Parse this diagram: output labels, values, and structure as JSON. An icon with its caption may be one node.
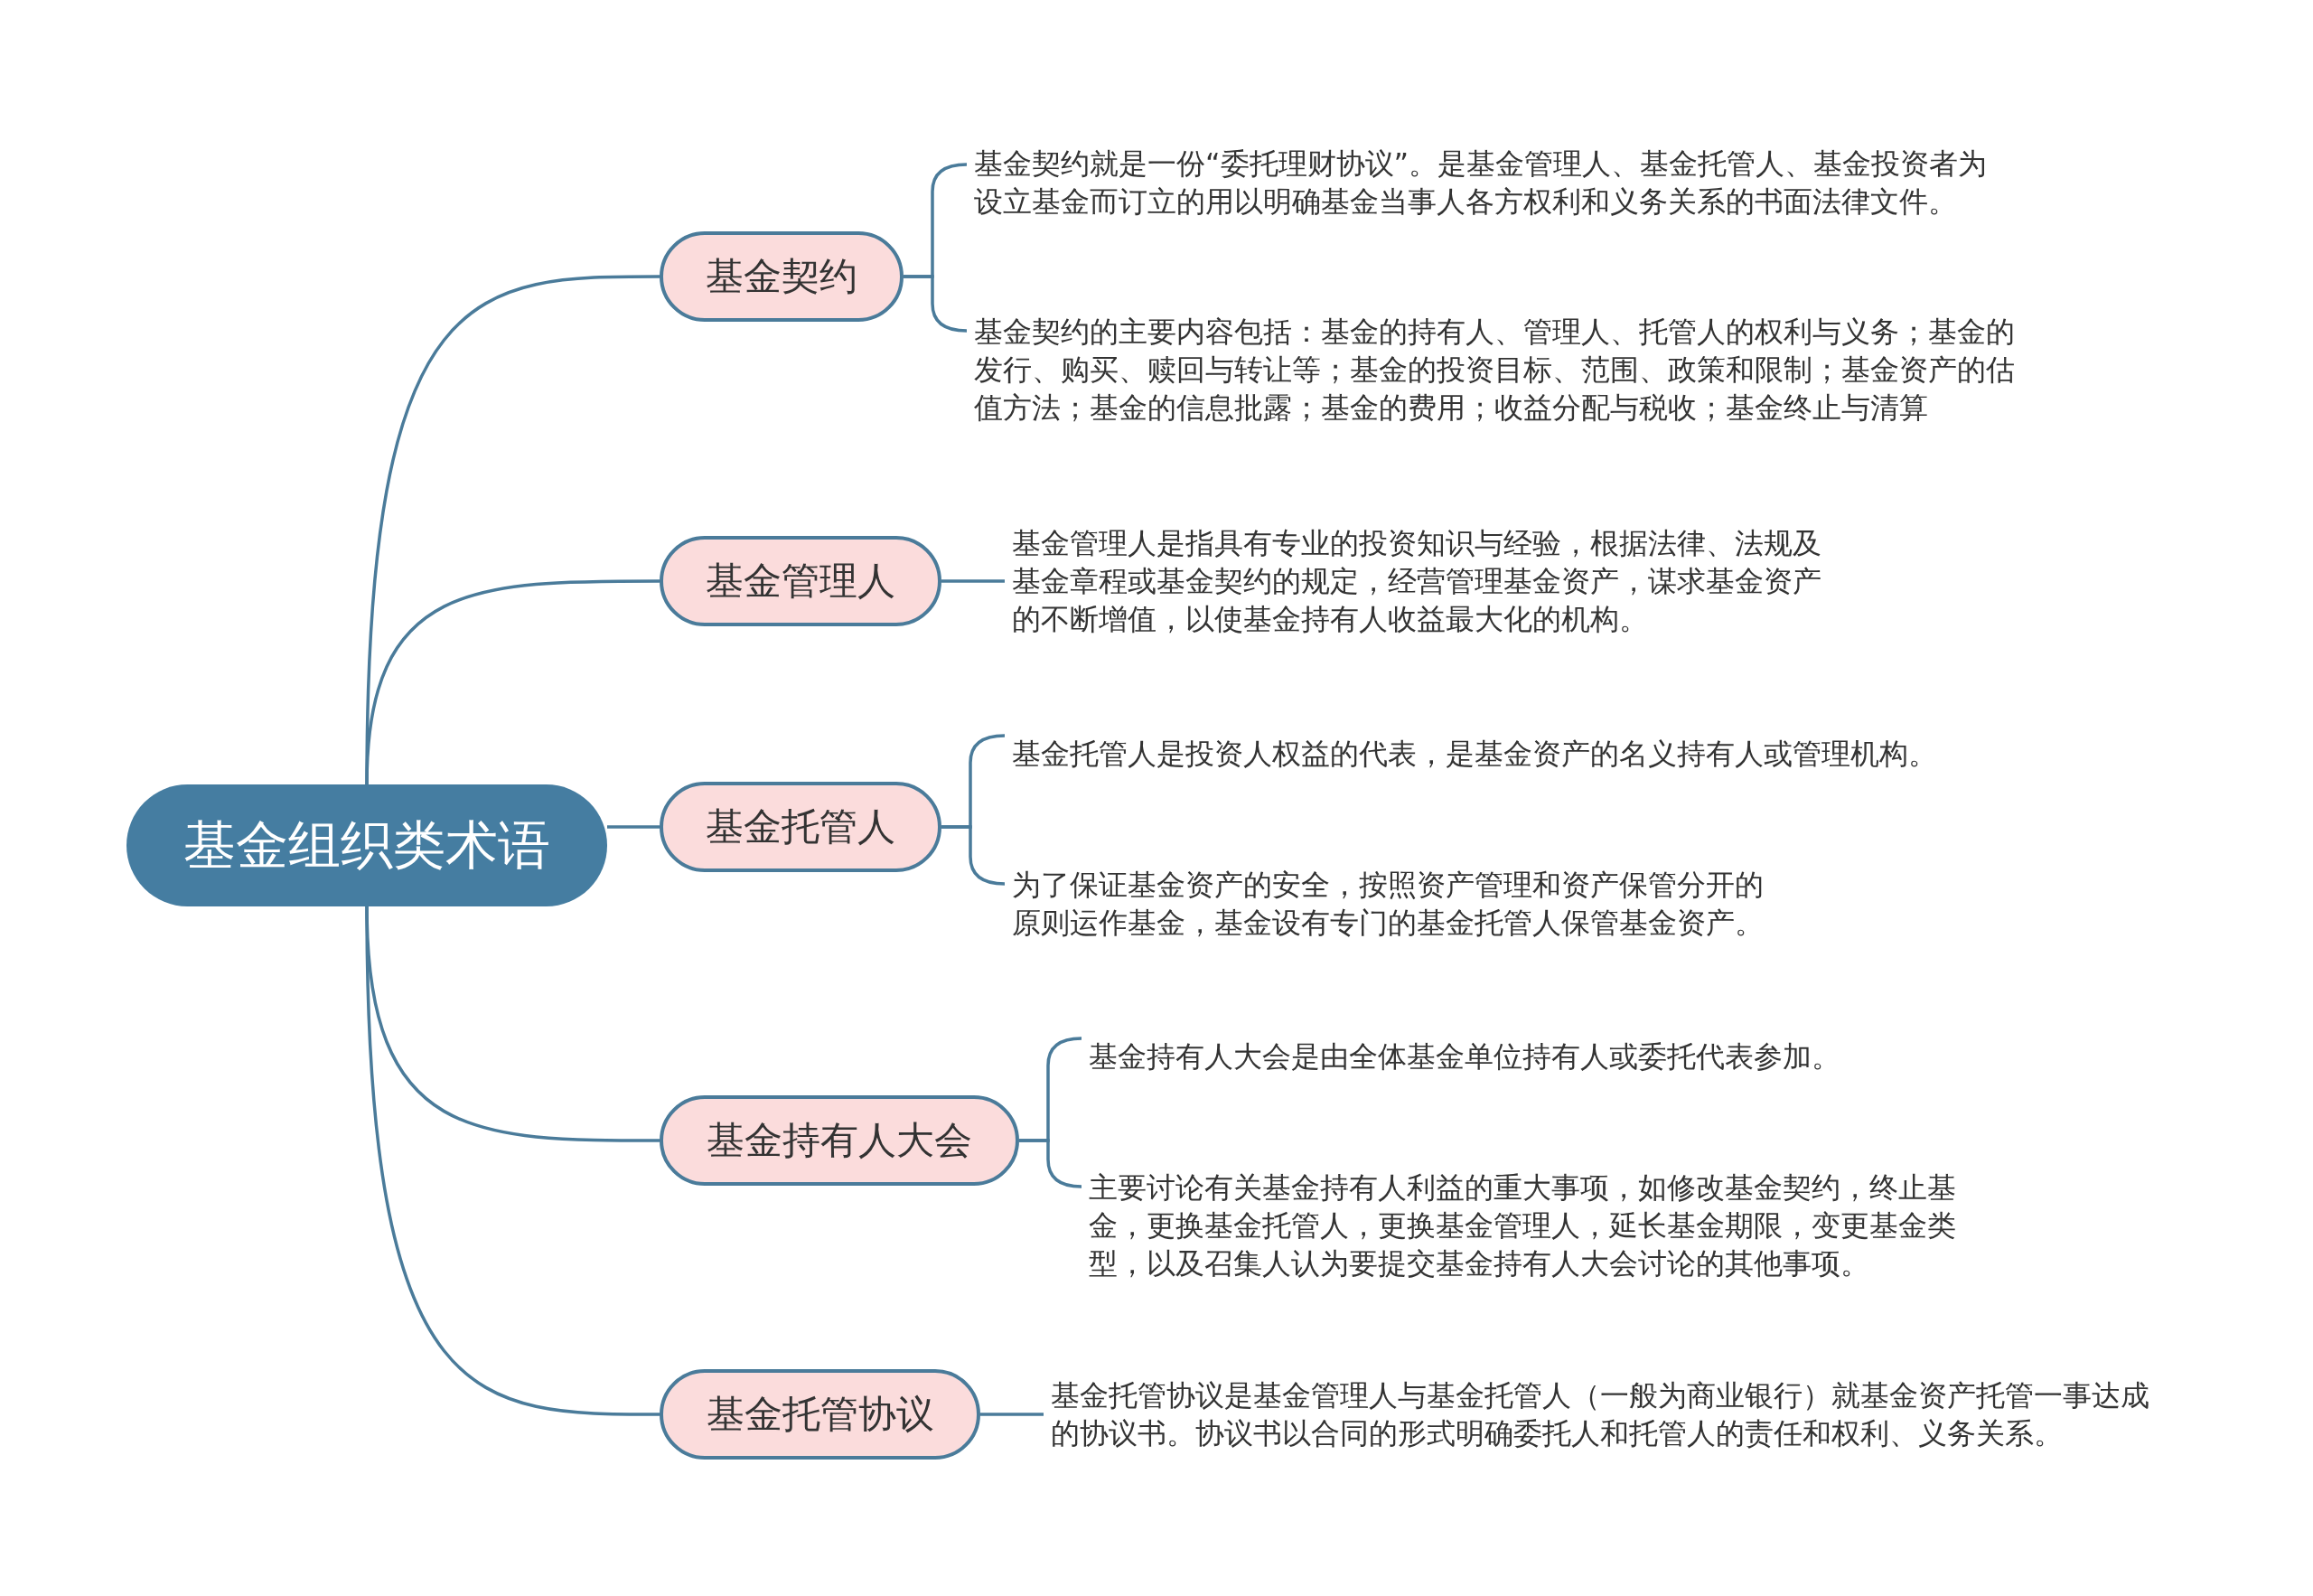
{
  "diagram": {
    "nodes": [
      {
        "text": [
          "基金组织类术语"
        ]
      },
      {
        "text": [
          "基金契约"
        ]
      },
      {
        "text": [
          "基金管理人"
        ]
      },
      {
        "text": [
          "基金托管人"
        ]
      },
      {
        "text": [
          "基金持有人大会"
        ]
      },
      {
        "text": [
          "基金托管协议"
        ]
      },
      {
        "text": [
          "基金契约就是一份“委托理财协议”。是基金管理人、基金托管人、基金投资者为设立基金而订立的用以明确基金当事人各方权利和义务关系的书面法律文件。"
        ]
      },
      {
        "text": [
          "基金契约的主要内容包括：基金的持有人、管理人、托管人的权利与义务；基金的发行、购买、赎回与转让等；基金的投资目标、范围、政策和限制；基金资产的估值方法；基金的信息批露；基金的费用；收益分配与税收；基金终止与清算"
        ]
      },
      {
        "text": [
          "基金管理人是指具有专业的投资知识与经验，根据法律、法规及基金章程或基金契约的规定，经营管理基金资产，谋求基金资产的不断增值，以使基金持有人收益最大化的机构。"
        ]
      },
      {
        "text": [
          "基金托管人是投资人权益的代表，是基金资产的名义持有人或管理机构。"
        ]
      },
      {
        "text": [
          "为了保证基金资产的安全，按照资产管理和资产保管分开的原则运作基金，基金设有专门的基金托管人保管基金资产。"
        ]
      },
      {
        "text": [
          "基金持有人大会是由全体基金单位持有人或委托代表参加。"
        ]
      },
      {
        "text": [
          "主要讨论有关基金持有人利益的重大事项，如修改基金契约，终止基金，更换基金托管人，更换基金管理人，延长基金期限，变更基金类型，以及召集人认为要提交基金持有人大会讨论的其他事项。"
        ]
      },
      {
        "text": [
          "基金托管协议是基金管理人与基金托管人（一般为商业银行）就基金资产托管一事达成的协议书。协议书以合同的形式明确委托人和托管人的责任和权利、义务关系。"
        ]
      }
    ],
    "edges": [
      {
        "from": 0,
        "to": 1,
        "arrow": "none"
      },
      {
        "from": 0,
        "to": 2,
        "arrow": "none"
      },
      {
        "from": 0,
        "to": 3,
        "arrow": "none"
      },
      {
        "from": 0,
        "to": 4,
        "arrow": "none"
      },
      {
        "from": 0,
        "to": 5,
        "arrow": "none"
      },
      {
        "from": 1,
        "to": 6,
        "arrow": "none"
      },
      {
        "from": 1,
        "to": 7,
        "arrow": "none"
      },
      {
        "from": 2,
        "to": 8,
        "arrow": "none"
      },
      {
        "from": 3,
        "to": 9,
        "arrow": "none"
      },
      {
        "from": 3,
        "to": 10,
        "arrow": "none"
      },
      {
        "from": 4,
        "to": 11,
        "arrow": "none"
      },
      {
        "from": 4,
        "to": 12,
        "arrow": "none"
      },
      {
        "from": 5,
        "to": 13,
        "arrow": "none"
      }
    ]
  }
}
